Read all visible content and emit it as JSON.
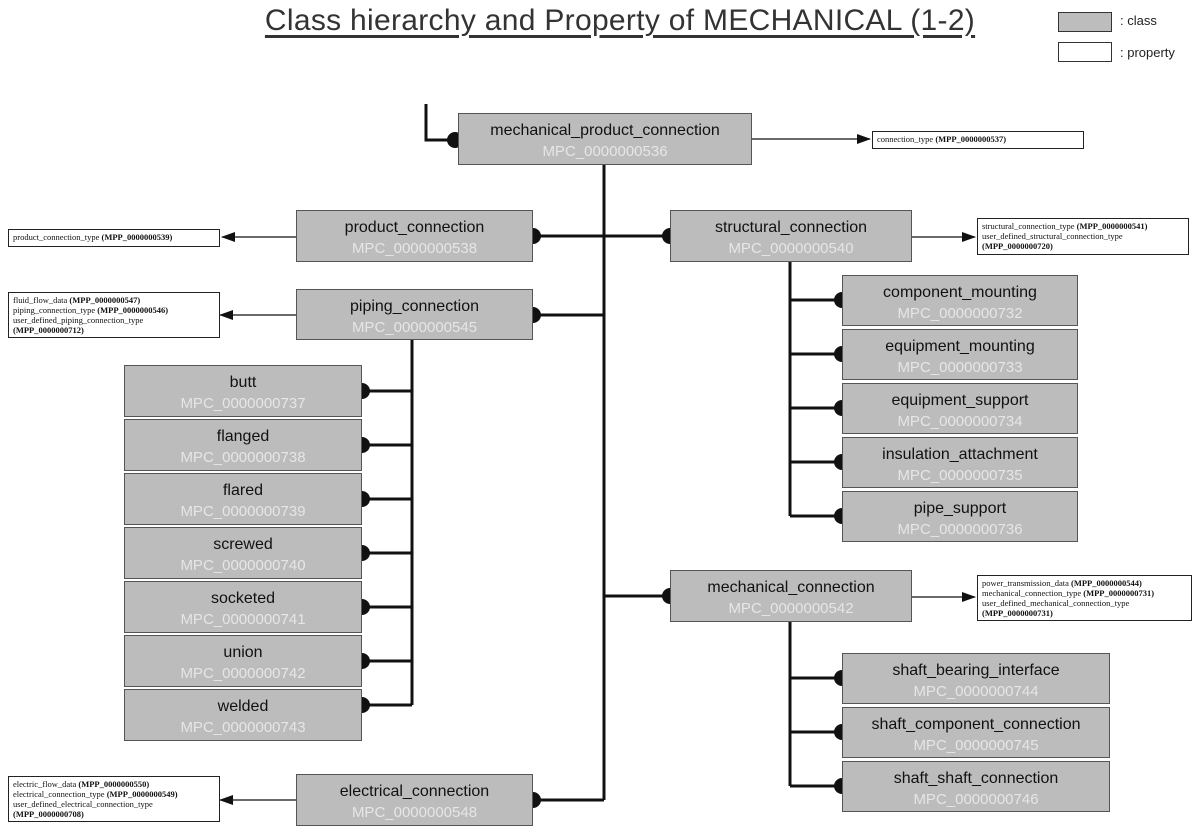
{
  "title": "Class hierarchy and Property of MECHANICAL (1-2)",
  "legend": {
    "class_label": ": class",
    "property_label": ": property"
  },
  "classes": {
    "root": {
      "name": "mechanical_product_connection",
      "code": "MPC_0000000536"
    },
    "product_connection": {
      "name": "product_connection",
      "code": "MPC_0000000538"
    },
    "structural_connection": {
      "name": "structural_connection",
      "code": "MPC_0000000540"
    },
    "piping_connection": {
      "name": "piping_connection",
      "code": "MPC_0000000545"
    },
    "butt": {
      "name": "butt",
      "code": "MPC_0000000737"
    },
    "flanged": {
      "name": "flanged",
      "code": "MPC_0000000738"
    },
    "flared": {
      "name": "flared",
      "code": "MPC_0000000739"
    },
    "screwed": {
      "name": "screwed",
      "code": "MPC_0000000740"
    },
    "socketed": {
      "name": "socketed",
      "code": "MPC_0000000741"
    },
    "union": {
      "name": "union",
      "code": "MPC_0000000742"
    },
    "welded": {
      "name": "welded",
      "code": "MPC_0000000743"
    },
    "component_mounting": {
      "name": "component_mounting",
      "code": "MPC_0000000732"
    },
    "equipment_mounting": {
      "name": "equipment_mounting",
      "code": "MPC_0000000733"
    },
    "equipment_support": {
      "name": "equipment_support",
      "code": "MPC_0000000734"
    },
    "insulation_attachment": {
      "name": "insulation_attachment",
      "code": "MPC_0000000735"
    },
    "pipe_support": {
      "name": "pipe_support",
      "code": "MPC_0000000736"
    },
    "mechanical_connection": {
      "name": "mechanical_connection",
      "code": "MPC_0000000542"
    },
    "shaft_bearing_interface": {
      "name": "shaft_bearing_interface",
      "code": "MPC_0000000744"
    },
    "shaft_component_connection": {
      "name": "shaft_component_connection",
      "code": "MPC_0000000745"
    },
    "shaft_shaft_connection": {
      "name": "shaft_shaft_connection",
      "code": "MPC_0000000746"
    },
    "electrical_connection": {
      "name": "electrical_connection",
      "code": "MPC_0000000548"
    }
  },
  "properties": {
    "root": [
      {
        "name": "connection_type",
        "code": "(MPP_0000000537)"
      }
    ],
    "product_connection": [
      {
        "name": "product_connection_type",
        "code": "(MPP_0000000539)"
      }
    ],
    "structural_connection": [
      {
        "name": "structural_connection_type",
        "code": "(MPP_0000000541)"
      },
      {
        "name": "user_defined_structural_connection_type",
        "code": ""
      },
      {
        "name": "",
        "code": "(MPP_0000000720)"
      }
    ],
    "piping_connection": [
      {
        "name": "fluid_flow_data",
        "code": "(MPP_0000000547)"
      },
      {
        "name": "piping_connection_type",
        "code": "(MPP_0000000546)"
      },
      {
        "name": "user_defined_piping_connection_type",
        "code": ""
      },
      {
        "name": "",
        "code": "(MPP_0000000712)"
      }
    ],
    "mechanical_connection": [
      {
        "name": "power_transmission_data",
        "code": "(MPP_0000000544)"
      },
      {
        "name": "mechanical_connection_type",
        "code": "(MPP_0000000731)"
      },
      {
        "name": "user_defined_mechanical_connection_type",
        "code": ""
      },
      {
        "name": "",
        "code": "(MPP_0000000731)"
      }
    ],
    "electrical_connection": [
      {
        "name": "electric_flow_data",
        "code": "(MPP_0000000550)"
      },
      {
        "name": "electrical_connection_type",
        "code": "(MPP_0000000549)"
      },
      {
        "name": "user_defined_electrical_connection_type",
        "code": ""
      },
      {
        "name": "",
        "code": "(MPP_0000000708)"
      }
    ]
  }
}
